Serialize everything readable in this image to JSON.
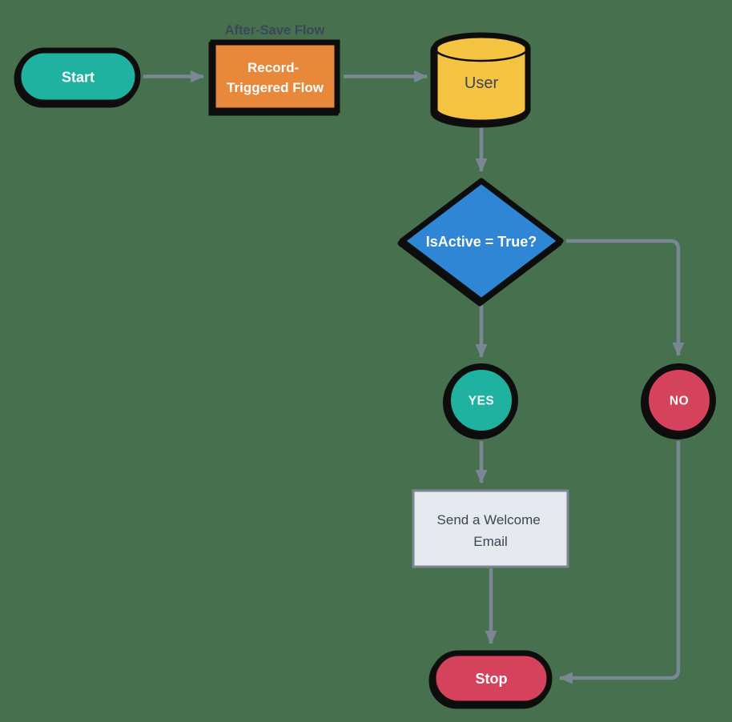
{
  "diagram": {
    "title_label": "After-Save Flow",
    "nodes": {
      "start": {
        "label": "Start",
        "fill": "#1FB2A1"
      },
      "record_flow": {
        "line1": "Record-",
        "line2": "Triggered Flow",
        "fill": "#E8883B"
      },
      "user_db": {
        "label": "User",
        "fill": "#F5C342"
      },
      "decision": {
        "label": "IsActive = True?",
        "fill": "#2E86D5"
      },
      "yes": {
        "label": "YES",
        "fill": "#1FB2A1"
      },
      "no": {
        "label": "NO",
        "fill": "#D4425B"
      },
      "send_email": {
        "line1": "Send a Welcome",
        "line2": "Email",
        "fill": "#E6E9ED",
        "border": "#7B8795"
      },
      "stop": {
        "label": "Stop",
        "fill": "#D4425B"
      }
    },
    "colors": {
      "background": "#47704E",
      "connector": "#7B8795",
      "outline": "#0D0D0D",
      "dark_text": "#3A4758",
      "light_text": "#FFFFFF"
    }
  }
}
